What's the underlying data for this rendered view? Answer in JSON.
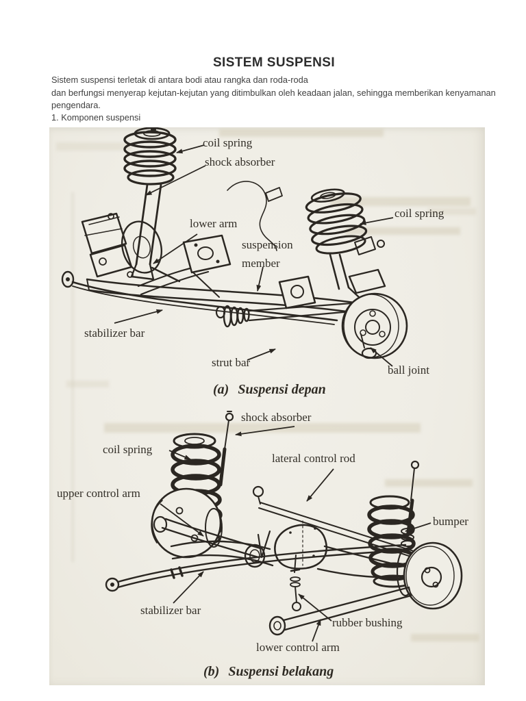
{
  "colors": {
    "page_bg": "#ffffff",
    "scan_bg": "#f0eee6",
    "ink": "#2b2722",
    "body_text": "#404040"
  },
  "header": {
    "title": "SISTEM SUSPENSI"
  },
  "intro": {
    "line1": "Sistem suspensi terletak di antara bodi atau rangka dan roda-roda",
    "line2": "dan berfungsi menyerap kejutan-kejutan yang ditimbulkan oleh keadaan jalan, sehingga memberikan kenyamanan",
    "line3": "pengendara."
  },
  "section": {
    "heading": "1. Komponen suspensi"
  },
  "figure_front": {
    "labels": {
      "coil_spring": "coil spring",
      "shock_absorber": "shock absorber",
      "lower_arm": "lower arm",
      "suspension_member": [
        "suspension",
        "member"
      ],
      "coil_spring_right": "coil spring",
      "stabilizer_bar": "stabilizer bar",
      "strut_bar": "strut bar",
      "ball_joint": "ball joint"
    },
    "caption": {
      "index": "(a)",
      "text": "Suspensi depan"
    }
  },
  "figure_rear": {
    "labels": {
      "shock_absorber": "shock absorber",
      "coil_spring": "coil spring",
      "lateral_control_rod": "lateral control rod",
      "upper_control_arm": "upper control arm",
      "bumper": "bumper",
      "stabilizer_bar": "stabilizer bar",
      "rubber_bushing": "rubber bushing",
      "lower_control_arm": "lower control arm"
    },
    "caption": {
      "index": "(b)",
      "text": "Suspensi belakang"
    }
  }
}
